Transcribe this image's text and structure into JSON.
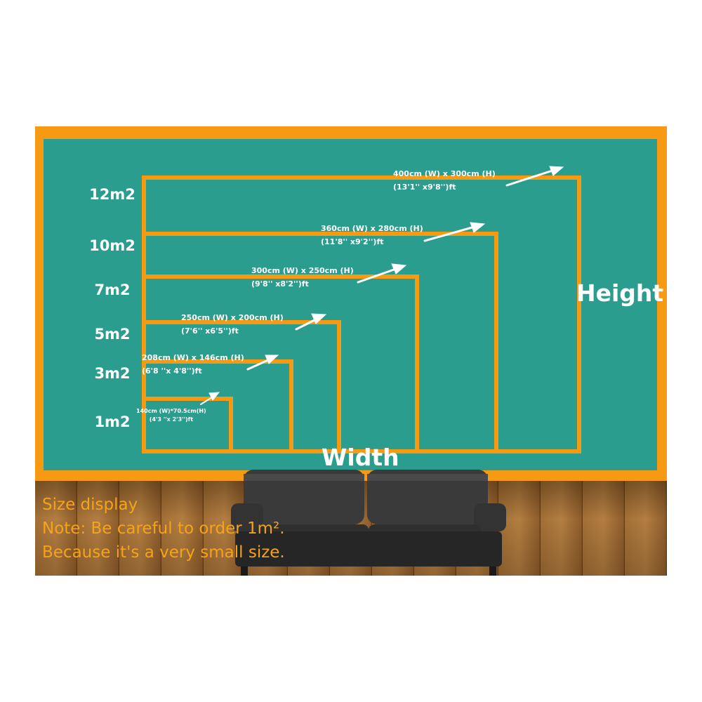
{
  "diagram": {
    "sizes": [
      {
        "area": "12m2",
        "line1": "400cm (W) x 300cm (H)",
        "line2": "(13'1'' x9'8'')ft"
      },
      {
        "area": "10m2",
        "line1": "360cm (W) x 280cm (H)",
        "line2": "(11'8'' x9'2'')ft"
      },
      {
        "area": "7m2",
        "line1": "300cm (W) x 250cm (H)",
        "line2": "(9'8'' x8'2'')ft"
      },
      {
        "area": "5m2",
        "line1": "250cm (W) x 200cm (H)",
        "line2": "(7'6'' x6'5'')ft"
      },
      {
        "area": "3m2",
        "line1": "208cm (W) x 146cm (H)",
        "line2": "(6'8 ''x 4'8'')ft"
      },
      {
        "area": "1m2",
        "line1": "140cm (W)*70.5cm(H)",
        "line2": "(4'3 ''x 2'3'')ft"
      }
    ],
    "height_label": "Height",
    "width_label": "Width"
  },
  "note": {
    "lines": [
      "Size display",
      "Note: Be careful to order 1m².",
      "Because it's a very small size."
    ]
  },
  "colors": {
    "frame": "#f59a12",
    "wall": "#2a9d8f",
    "text": "#ffffff",
    "note_text": "#f5a31a"
  }
}
